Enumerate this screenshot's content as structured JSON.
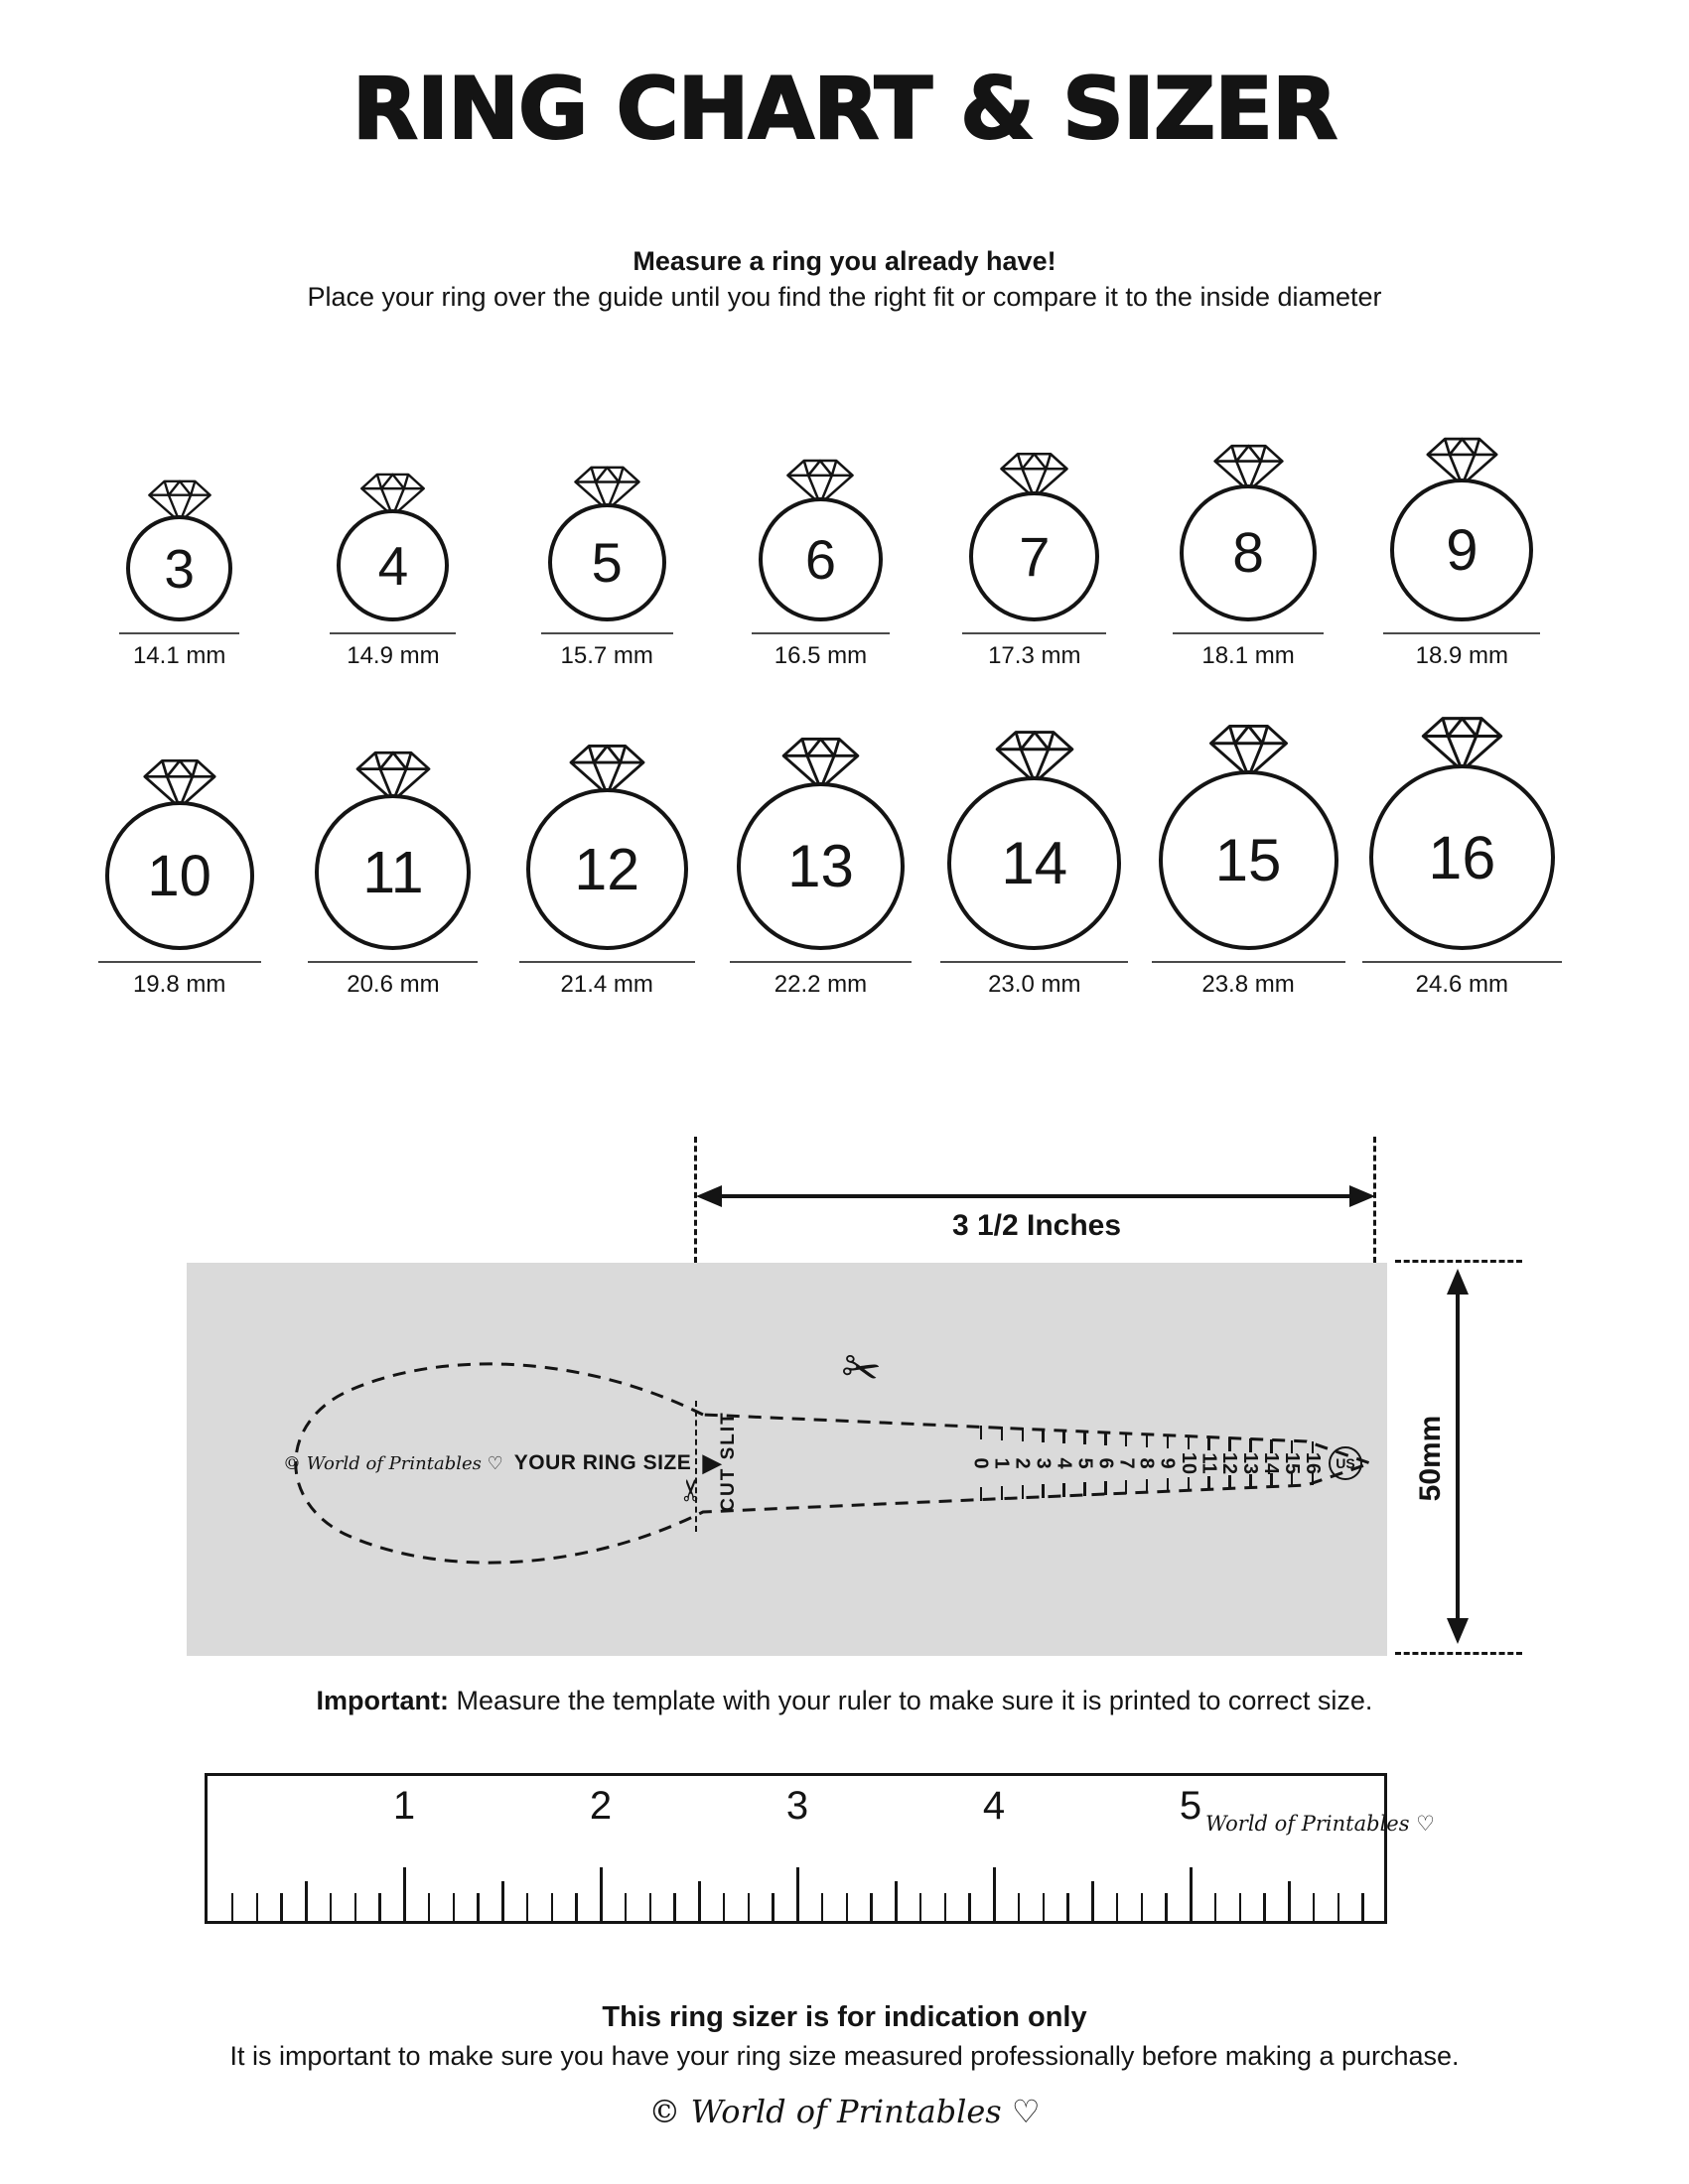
{
  "header": {
    "title": "RING CHART & SIZER",
    "instruction_bold": "Measure a ring you already have!",
    "instruction": "Place your ring over the guide until you find the right fit or compare it to the inside diameter"
  },
  "ring_chart": {
    "rows": [
      [
        {
          "size": "3",
          "diameter": "14.1 mm"
        },
        {
          "size": "4",
          "diameter": "14.9 mm"
        },
        {
          "size": "5",
          "diameter": "15.7 mm"
        },
        {
          "size": "6",
          "diameter": "16.5 mm"
        },
        {
          "size": "7",
          "diameter": "17.3 mm"
        },
        {
          "size": "8",
          "diameter": "18.1 mm"
        },
        {
          "size": "9",
          "diameter": "18.9 mm"
        }
      ],
      [
        {
          "size": "10",
          "diameter": "19.8 mm"
        },
        {
          "size": "11",
          "diameter": "20.6 mm"
        },
        {
          "size": "12",
          "diameter": "21.4 mm"
        },
        {
          "size": "13",
          "diameter": "22.2 mm"
        },
        {
          "size": "14",
          "diameter": "23.0 mm"
        },
        {
          "size": "15",
          "diameter": "23.8 mm"
        },
        {
          "size": "16",
          "diameter": "24.6 mm"
        }
      ]
    ]
  },
  "sizer": {
    "width_label": "3 1/2 Inches",
    "height_label": "50mm",
    "brand": "© World of Printables ♡",
    "ring_size_label": "YOUR RING SIZE",
    "cut_slit_label": "CUT SLIT",
    "scale_numbers": [
      "0",
      "1",
      "2",
      "3",
      "4",
      "5",
      "6",
      "7",
      "8",
      "9",
      "10",
      "11",
      "12",
      "13",
      "14",
      "15",
      "16"
    ],
    "unit_badge": "US"
  },
  "important_note": {
    "bold": "Important:",
    "text": "Measure the template with your ruler to make sure it is printed to correct size."
  },
  "ruler": {
    "numbers": [
      "1",
      "2",
      "3",
      "4",
      "5"
    ],
    "brand": "World of Printables ♡"
  },
  "footer": {
    "bold": "This ring sizer is for indication only",
    "text": "It is important to make sure you have your ring size measured professionally before making a purchase.",
    "logo": "© World of Printables ♡"
  }
}
